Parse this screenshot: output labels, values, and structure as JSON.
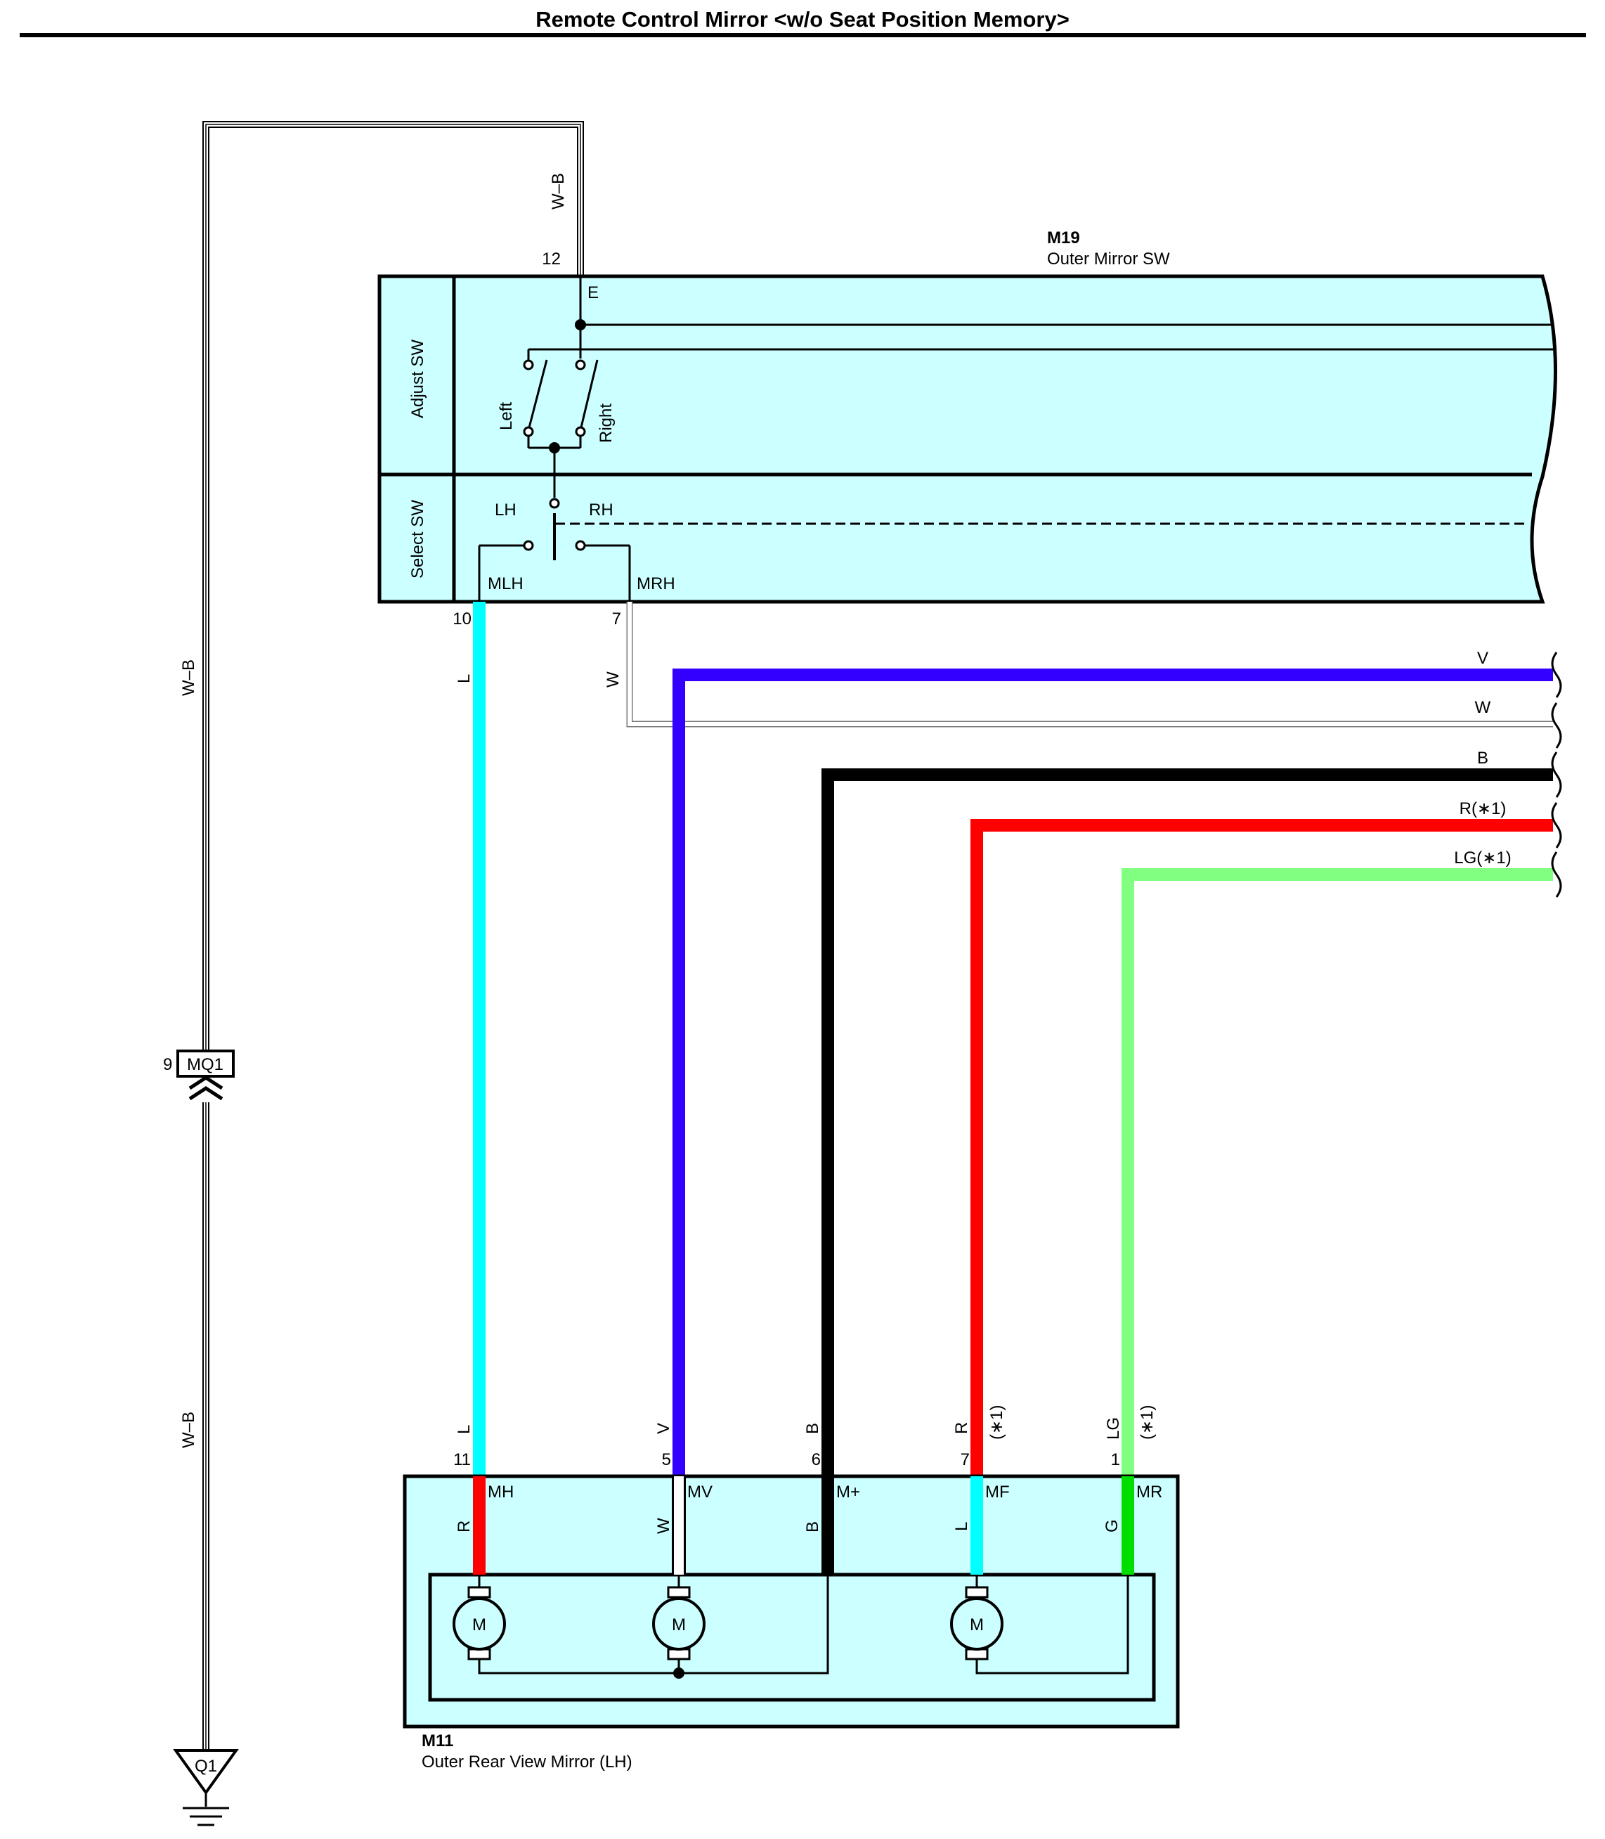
{
  "title": "Remote Control Mirror <w/o Seat Position Memory>",
  "colors": {
    "box_fill": "#ccffff",
    "wire_L": "#00ffff",
    "wire_V": "#3300ff",
    "wire_B": "#000000",
    "wire_R": "#ff0000",
    "wire_LG": "#80ff80",
    "wire_G": "#00dd00",
    "wire_W": "#ffffff"
  },
  "switch_unit": {
    "code": "M19",
    "name": "Outer Mirror SW",
    "adjust_label": "Adjust SW",
    "select_label": "Select SW",
    "left_label": "Left",
    "right_label": "Right",
    "lh_label": "LH",
    "rh_label": "RH",
    "e_label": "E",
    "mlh_label": "MLH",
    "mrh_label": "MRH",
    "pin_e": "12",
    "pin_mlh": "10",
    "pin_mrh": "7"
  },
  "mirror_unit": {
    "code": "M11",
    "name": "Outer Rear View Mirror (LH)",
    "motor_label": "M",
    "terminals": [
      {
        "name": "MH",
        "pin": "11",
        "outer_wire": "L",
        "inner_wire": "R"
      },
      {
        "name": "MV",
        "pin": "5",
        "outer_wire": "V",
        "inner_wire": "W"
      },
      {
        "name": "M+",
        "pin": "6",
        "outer_wire": "B",
        "inner_wire": "B"
      },
      {
        "name": "MF",
        "pin": "7",
        "outer_wire": "R",
        "inner_wire": "L",
        "note": "(∗1)"
      },
      {
        "name": "MR",
        "pin": "1",
        "outer_wire": "LG",
        "inner_wire": "G",
        "note": "(∗1)"
      }
    ]
  },
  "right_wires": [
    {
      "label": "V"
    },
    {
      "label": "W"
    },
    {
      "label": "B"
    },
    {
      "label": "R(∗1)"
    },
    {
      "label": "LG(∗1)"
    }
  ],
  "ground_wire": {
    "color_top": "W–B",
    "color_mid": "W–B",
    "color_bottom": "W–B",
    "connector": "MQ1",
    "connector_pin": "9",
    "ground": "Q1"
  },
  "switch_wire_labels": {
    "mlh_wire": "L",
    "mrh_wire": "W"
  }
}
